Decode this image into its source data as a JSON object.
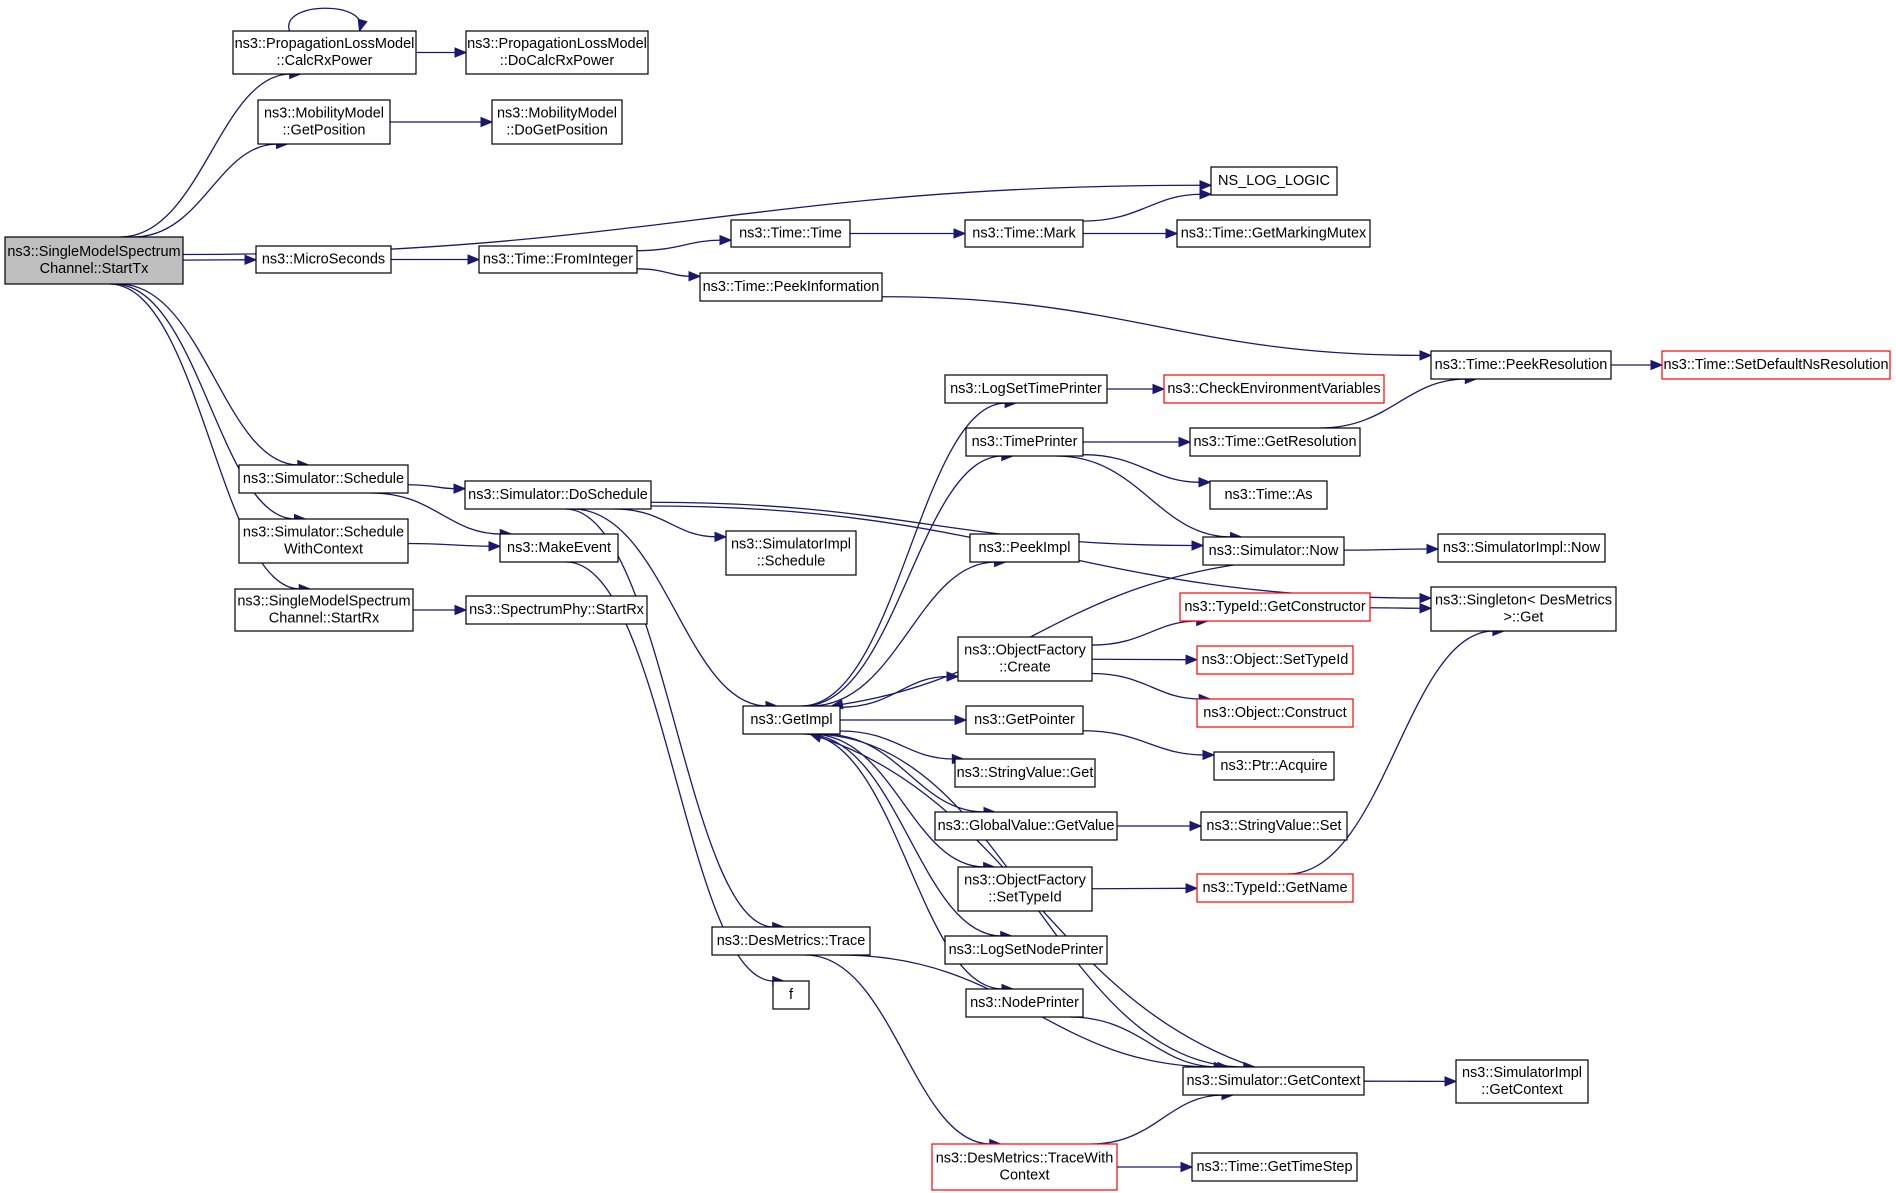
{
  "colors": {
    "edge": "#191970",
    "node_border": "#000000",
    "truncated_border": "#ff0000",
    "root_fill": "#bfbfbf",
    "node_fill": "#ffffff"
  },
  "nodes": [
    {
      "id": "startTx",
      "lines": [
        "ns3::SingleModelSpectrum",
        "Channel::StartTx"
      ],
      "style": "root"
    },
    {
      "id": "calcRx",
      "lines": [
        "ns3::PropagationLossModel",
        "::CalcRxPower"
      ],
      "style": "normal"
    },
    {
      "id": "doCalcRx",
      "lines": [
        "ns3::PropagationLossModel",
        "::DoCalcRxPower"
      ],
      "style": "normal"
    },
    {
      "id": "getPosition",
      "lines": [
        "ns3::MobilityModel",
        "::GetPosition"
      ],
      "style": "normal"
    },
    {
      "id": "doGetPosition",
      "lines": [
        "ns3::MobilityModel",
        "::DoGetPosition"
      ],
      "style": "normal"
    },
    {
      "id": "nsLogLogic",
      "lines": [
        "NS_LOG_LOGIC"
      ],
      "style": "normal"
    },
    {
      "id": "microSeconds",
      "lines": [
        "ns3::MicroSeconds"
      ],
      "style": "normal"
    },
    {
      "id": "fromInteger",
      "lines": [
        "ns3::Time::FromInteger"
      ],
      "style": "normal"
    },
    {
      "id": "timeTime",
      "lines": [
        "ns3::Time::Time"
      ],
      "style": "normal"
    },
    {
      "id": "timeMark",
      "lines": [
        "ns3::Time::Mark"
      ],
      "style": "normal"
    },
    {
      "id": "getMarkingMutex",
      "lines": [
        "ns3::Time::GetMarkingMutex"
      ],
      "style": "normal"
    },
    {
      "id": "peekInformation",
      "lines": [
        "ns3::Time::PeekInformation"
      ],
      "style": "normal"
    },
    {
      "id": "peekResolution",
      "lines": [
        "ns3::Time::PeekResolution"
      ],
      "style": "normal"
    },
    {
      "id": "setDefaultNsRes",
      "lines": [
        "ns3::Time::SetDefaultNsResolution"
      ],
      "style": "truncated"
    },
    {
      "id": "logSetTimePrinter",
      "lines": [
        "ns3::LogSetTimePrinter"
      ],
      "style": "normal"
    },
    {
      "id": "checkEnvVars",
      "lines": [
        "ns3::CheckEnvironmentVariables"
      ],
      "style": "truncated"
    },
    {
      "id": "timePrinter",
      "lines": [
        "ns3::TimePrinter"
      ],
      "style": "normal"
    },
    {
      "id": "getResolution",
      "lines": [
        "ns3::Time::GetResolution"
      ],
      "style": "normal"
    },
    {
      "id": "timeAs",
      "lines": [
        "ns3::Time::As"
      ],
      "style": "normal"
    },
    {
      "id": "schedule",
      "lines": [
        "ns3::Simulator::Schedule"
      ],
      "style": "normal"
    },
    {
      "id": "doSchedule",
      "lines": [
        "ns3::Simulator::DoSchedule"
      ],
      "style": "normal"
    },
    {
      "id": "simNow",
      "lines": [
        "ns3::Simulator::Now"
      ],
      "style": "normal"
    },
    {
      "id": "implNow",
      "lines": [
        "ns3::SimulatorImpl::Now"
      ],
      "style": "normal"
    },
    {
      "id": "scheduleWithContext",
      "lines": [
        "ns3::Simulator::Schedule",
        "WithContext"
      ],
      "style": "normal"
    },
    {
      "id": "makeEvent",
      "lines": [
        "ns3::MakeEvent"
      ],
      "style": "normal"
    },
    {
      "id": "implSchedule",
      "lines": [
        "ns3::SimulatorImpl",
        "::Schedule"
      ],
      "style": "normal"
    },
    {
      "id": "peekImpl",
      "lines": [
        "ns3::PeekImpl"
      ],
      "style": "normal"
    },
    {
      "id": "getConstructor",
      "lines": [
        "ns3::TypeId::GetConstructor"
      ],
      "style": "truncated"
    },
    {
      "id": "singletonGet",
      "lines": [
        "ns3::Singleton< DesMetrics",
        ">::Get"
      ],
      "style": "normal"
    },
    {
      "id": "startRx",
      "lines": [
        "ns3::SingleModelSpectrum",
        "Channel::StartRx"
      ],
      "style": "normal"
    },
    {
      "id": "phyStartRx",
      "lines": [
        "ns3::SpectrumPhy::StartRx"
      ],
      "style": "normal"
    },
    {
      "id": "factoryCreate",
      "lines": [
        "ns3::ObjectFactory",
        "::Create"
      ],
      "style": "normal"
    },
    {
      "id": "setTypeIdObj",
      "lines": [
        "ns3::Object::SetTypeId"
      ],
      "style": "truncated"
    },
    {
      "id": "construct",
      "lines": [
        "ns3::Object::Construct"
      ],
      "style": "truncated"
    },
    {
      "id": "getImpl",
      "lines": [
        "ns3::GetImpl"
      ],
      "style": "normal"
    },
    {
      "id": "getPointer",
      "lines": [
        "ns3::GetPointer"
      ],
      "style": "normal"
    },
    {
      "id": "ptrAcquire",
      "lines": [
        "ns3::Ptr::Acquire"
      ],
      "style": "normal"
    },
    {
      "id": "strValueGet",
      "lines": [
        "ns3::StringValue::Get"
      ],
      "style": "normal"
    },
    {
      "id": "globalGetValue",
      "lines": [
        "ns3::GlobalValue::GetValue"
      ],
      "style": "normal"
    },
    {
      "id": "strValueSet",
      "lines": [
        "ns3::StringValue::Set"
      ],
      "style": "normal"
    },
    {
      "id": "factorySetTypeId",
      "lines": [
        "ns3::ObjectFactory",
        "::SetTypeId"
      ],
      "style": "normal"
    },
    {
      "id": "typeIdGetName",
      "lines": [
        "ns3::TypeId::GetName"
      ],
      "style": "truncated"
    },
    {
      "id": "logSetNodePrinter",
      "lines": [
        "ns3::LogSetNodePrinter"
      ],
      "style": "normal"
    },
    {
      "id": "desTrace",
      "lines": [
        "ns3::DesMetrics::Trace"
      ],
      "style": "normal"
    },
    {
      "id": "fNode",
      "lines": [
        "f"
      ],
      "style": "normal"
    },
    {
      "id": "nodePrinter",
      "lines": [
        "ns3::NodePrinter"
      ],
      "style": "normal"
    },
    {
      "id": "getContext",
      "lines": [
        "ns3::Simulator::GetContext"
      ],
      "style": "normal"
    },
    {
      "id": "implGetContext",
      "lines": [
        "ns3::SimulatorImpl",
        "::GetContext"
      ],
      "style": "normal"
    },
    {
      "id": "traceWithContext",
      "lines": [
        "ns3::DesMetrics::TraceWith",
        "Context"
      ],
      "style": "truncated"
    },
    {
      "id": "getTimeStep",
      "lines": [
        "ns3::Time::GetTimeStep"
      ],
      "style": "normal"
    }
  ],
  "edges": [
    [
      "startTx",
      "calcRx"
    ],
    [
      "calcRx",
      "calcRx"
    ],
    [
      "calcRx",
      "doCalcRx"
    ],
    [
      "startTx",
      "getPosition"
    ],
    [
      "getPosition",
      "doGetPosition"
    ],
    [
      "startTx",
      "nsLogLogic"
    ],
    [
      "startTx",
      "microSeconds"
    ],
    [
      "startTx",
      "schedule"
    ],
    [
      "startTx",
      "scheduleWithContext"
    ],
    [
      "startTx",
      "startRx"
    ],
    [
      "microSeconds",
      "fromInteger"
    ],
    [
      "fromInteger",
      "timeTime"
    ],
    [
      "fromInteger",
      "peekInformation"
    ],
    [
      "timeTime",
      "timeMark"
    ],
    [
      "timeMark",
      "nsLogLogic"
    ],
    [
      "timeMark",
      "getMarkingMutex"
    ],
    [
      "peekInformation",
      "peekResolution"
    ],
    [
      "peekResolution",
      "setDefaultNsRes"
    ],
    [
      "schedule",
      "doSchedule"
    ],
    [
      "schedule",
      "makeEvent"
    ],
    [
      "scheduleWithContext",
      "makeEvent"
    ],
    [
      "startRx",
      "phyStartRx"
    ],
    [
      "makeEvent",
      "fNode"
    ],
    [
      "doSchedule",
      "singletonGet"
    ],
    [
      "doSchedule",
      "simNow"
    ],
    [
      "doSchedule",
      "implSchedule"
    ],
    [
      "doSchedule",
      "getImpl"
    ],
    [
      "doSchedule",
      "desTrace"
    ],
    [
      "getImpl",
      "logSetTimePrinter"
    ],
    [
      "getImpl",
      "timePrinter"
    ],
    [
      "getImpl",
      "peekImpl"
    ],
    [
      "getImpl",
      "factoryCreate"
    ],
    [
      "getImpl",
      "getPointer"
    ],
    [
      "getImpl",
      "strValueGet"
    ],
    [
      "getImpl",
      "globalGetValue"
    ],
    [
      "getImpl",
      "factorySetTypeId"
    ],
    [
      "getImpl",
      "logSetNodePrinter"
    ],
    [
      "getImpl",
      "nodePrinter"
    ],
    [
      "getImpl",
      "getContext"
    ],
    [
      "logSetTimePrinter",
      "checkEnvVars"
    ],
    [
      "timePrinter",
      "getResolution"
    ],
    [
      "timePrinter",
      "timeAs"
    ],
    [
      "timePrinter",
      "simNow"
    ],
    [
      "getResolution",
      "peekResolution"
    ],
    [
      "simNow",
      "implNow"
    ],
    [
      "simNow",
      "getImpl"
    ],
    [
      "factoryCreate",
      "getConstructor"
    ],
    [
      "factoryCreate",
      "setTypeIdObj"
    ],
    [
      "factoryCreate",
      "construct"
    ],
    [
      "getConstructor",
      "singletonGet"
    ],
    [
      "getPointer",
      "ptrAcquire"
    ],
    [
      "globalGetValue",
      "strValueSet"
    ],
    [
      "factorySetTypeId",
      "typeIdGetName"
    ],
    [
      "typeIdGetName",
      "singletonGet"
    ],
    [
      "desTrace",
      "getContext"
    ],
    [
      "desTrace",
      "traceWithContext"
    ],
    [
      "nodePrinter",
      "getContext"
    ],
    [
      "getContext",
      "implGetContext"
    ],
    [
      "getContext",
      "getImpl"
    ],
    [
      "traceWithContext",
      "getContext"
    ],
    [
      "traceWithContext",
      "getTimeStep"
    ]
  ]
}
